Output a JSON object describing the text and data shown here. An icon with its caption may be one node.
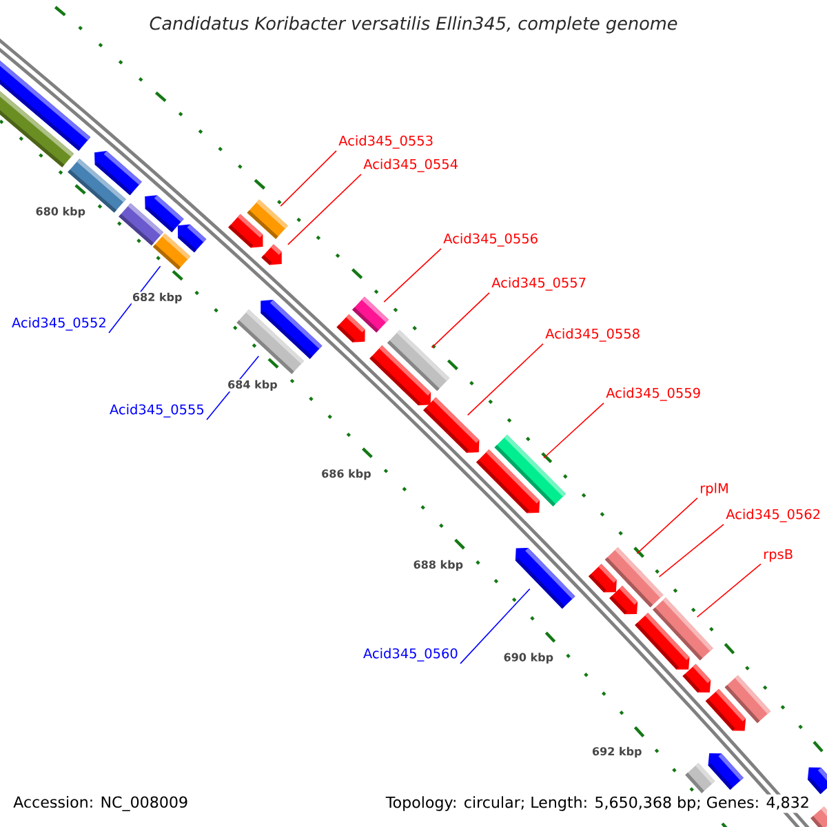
{
  "diagram": {
    "title": "Candidatus Koribacter versatilis Ellin345, complete genome",
    "nodes": [
      {
        "text": [
          "Acid345_0553"
        ]
      },
      {
        "text": [
          "Acid345_0554"
        ]
      },
      {
        "text": [
          "Acid345_0556"
        ]
      },
      {
        "text": [
          "Acid345_0557"
        ]
      },
      {
        "text": [
          "Acid345_0552"
        ]
      },
      {
        "text": [
          "Acid345_0558"
        ]
      },
      {
        "text": [
          "Acid345_0559"
        ]
      },
      {
        "text": [
          "Acid345_0555"
        ]
      },
      {
        "text": [
          "rplM"
        ]
      },
      {
        "text": [
          "Acid345_0562"
        ]
      },
      {
        "text": [
          "rpsB"
        ]
      },
      {
        "text": [
          "Acid345_0560"
        ]
      },
      {
        "text": [],
        "shape": "bar"
      },
      {
        "text": [],
        "shape": "bar"
      },
      {
        "text": [],
        "shape": "bar"
      },
      {
        "text": [],
        "shape": "bar"
      },
      {
        "text": [],
        "shape": "bar"
      },
      {
        "text": [],
        "shape": "bar"
      },
      {
        "text": [],
        "shape": "bar"
      },
      {
        "text": [],
        "shape": "bar"
      },
      {
        "text": [],
        "shape": "bar"
      },
      {
        "text": [],
        "shape": "bar"
      },
      {
        "text": [],
        "shape": "bar"
      },
      {
        "text": [],
        "shape": "bar"
      },
      {
        "text": [],
        "shape": "bar"
      },
      {
        "text": [],
        "shape": "bar"
      },
      {
        "text": [],
        "shape": "bar"
      },
      {
        "text": [],
        "shape": "bar"
      },
      {
        "text": [],
        "shape": "bar"
      },
      {
        "text": [],
        "shape": "bar"
      },
      {
        "text": [],
        "shape": "bar"
      },
      {
        "text": [],
        "shape": "bar"
      },
      {
        "text": [],
        "shape": "bar"
      },
      {
        "text": [],
        "shape": "bar"
      },
      {
        "text": [],
        "shape": "bar"
      },
      {
        "text": [],
        "shape": "bar"
      },
      {
        "text": [],
        "shape": "bar"
      },
      {
        "text": [],
        "shape": "bar"
      },
      {
        "text": [],
        "shape": "bar"
      },
      {
        "text": [],
        "shape": "bar"
      },
      {
        "text": [],
        "shape": "bar"
      },
      {
        "text": [],
        "shape": "bar"
      },
      {
        "text": [],
        "shape": "bar"
      },
      {
        "text": [],
        "shape": "bar"
      },
      {
        "text": [],
        "shape": "bar"
      },
      {
        "text": [],
        "shape": "bar"
      }
    ],
    "edges": [
      {
        "from": 0,
        "to": 21,
        "arrow": "none"
      },
      {
        "from": 1,
        "to": 22,
        "arrow": "none"
      },
      {
        "from": 2,
        "to": 25,
        "arrow": "none"
      },
      {
        "from": 3,
        "to": 27,
        "arrow": "none"
      },
      {
        "from": 4,
        "to": 18,
        "arrow": "none",
        "color": "#0000ff"
      },
      {
        "from": 5,
        "to": 29,
        "arrow": "none"
      },
      {
        "from": 6,
        "to": 31,
        "arrow": "none"
      },
      {
        "from": 7,
        "to": 23,
        "arrow": "none",
        "color": "#0000ff"
      },
      {
        "from": 8,
        "to": 34,
        "arrow": "none"
      },
      {
        "from": 9,
        "to": 36,
        "arrow": "none"
      },
      {
        "from": 10,
        "to": 38,
        "arrow": "none"
      },
      {
        "from": 11,
        "to": 32,
        "arrow": "none",
        "color": "#0000ff"
      }
    ],
    "labels": [
      "680 kbp",
      "682 kbp",
      "684 kbp",
      "686 kbp",
      "688 kbp",
      "690 kbp",
      "692 kbp",
      "Accession: NC_008009",
      "Topology: circular; Length: 5,650,368 bp; Genes: 4,832"
    ]
  }
}
